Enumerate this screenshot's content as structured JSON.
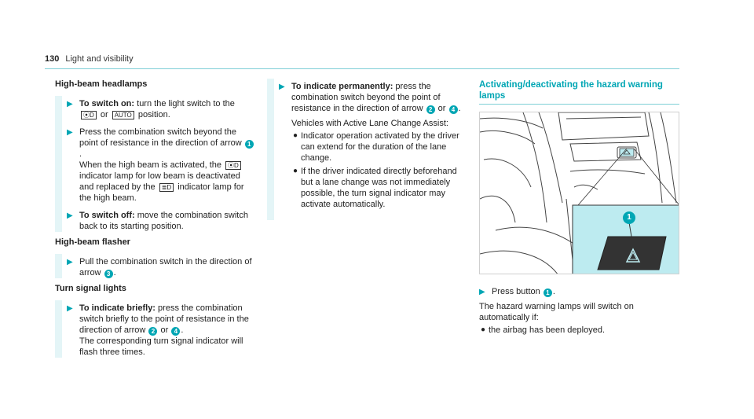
{
  "header": {
    "page_number": "130",
    "section": "Light and visibility"
  },
  "col1": {
    "high_beam_heading": "High-beam headlamps",
    "switch_on_title": "To switch on:",
    "switch_on_text_a": " turn the light switch to the",
    "switch_on_sym1": "⦿D",
    "switch_on_or": " or ",
    "switch_on_sym2": "AUTO",
    "switch_on_text_b": " position.",
    "press_text_a": "Press the combination switch beyond the point of resistance in the direction of arrow ",
    "press_badge": "1",
    "press_text_b": ".",
    "press_text_c": "When the high beam is activated, the ",
    "press_sym1": "⦿D",
    "press_text_d": " indicator lamp for low beam is deactivated and replaced by the ",
    "press_sym2": "≣D",
    "press_text_e": " indicator lamp for the high beam.",
    "switch_off_title": "To switch off:",
    "switch_off_text": " move the combination switch back to its starting position.",
    "flasher_heading": "High-beam flasher",
    "flasher_text_a": "Pull the combination switch in the direction of arrow ",
    "flasher_badge": "3",
    "flasher_text_b": ".",
    "turn_heading": "Turn signal lights",
    "briefly_title": "To indicate briefly:",
    "briefly_text_a": " press the combination switch briefly to the point of resistance in the direction of arrow ",
    "briefly_badge1": "2",
    "briefly_or": " or ",
    "briefly_badge2": "4",
    "briefly_text_b": ".",
    "briefly_text_c": "The corresponding turn signal indicator will flash three times."
  },
  "col2": {
    "perm_title": "To indicate permanently:",
    "perm_text_a": " press the combination switch beyond the point of resistance in the direction of arrow ",
    "perm_badge1": "2",
    "perm_or": " or ",
    "perm_badge2": "4",
    "perm_text_b": ".",
    "perm_text_c": "Vehicles with Active Lane Change Assist:",
    "bullets": [
      "Indicator operation activated by the driver can extend for the duration of the lane change.",
      "If the driver indicated directly beforehand but a lane change was not immediately possible, the turn signal indicator may activate automatically."
    ]
  },
  "col3": {
    "hazard_heading": "Activating/deactivating the hazard warning lamps",
    "figure_badge": "1",
    "press_text_a": "Press button ",
    "press_badge": "1",
    "press_text_b": ".",
    "after_text": "The hazard warning lamps will switch on automatically if:",
    "bullets": [
      "the airbag has been deployed."
    ]
  },
  "colors": {
    "accent": "#00a6b4",
    "accent_light": "#e4f5f7",
    "figure_highlight": "#bdebf0"
  },
  "icons": {
    "step_arrow": "play-arrow-icon",
    "hazard": "hazard-warning-icon"
  }
}
